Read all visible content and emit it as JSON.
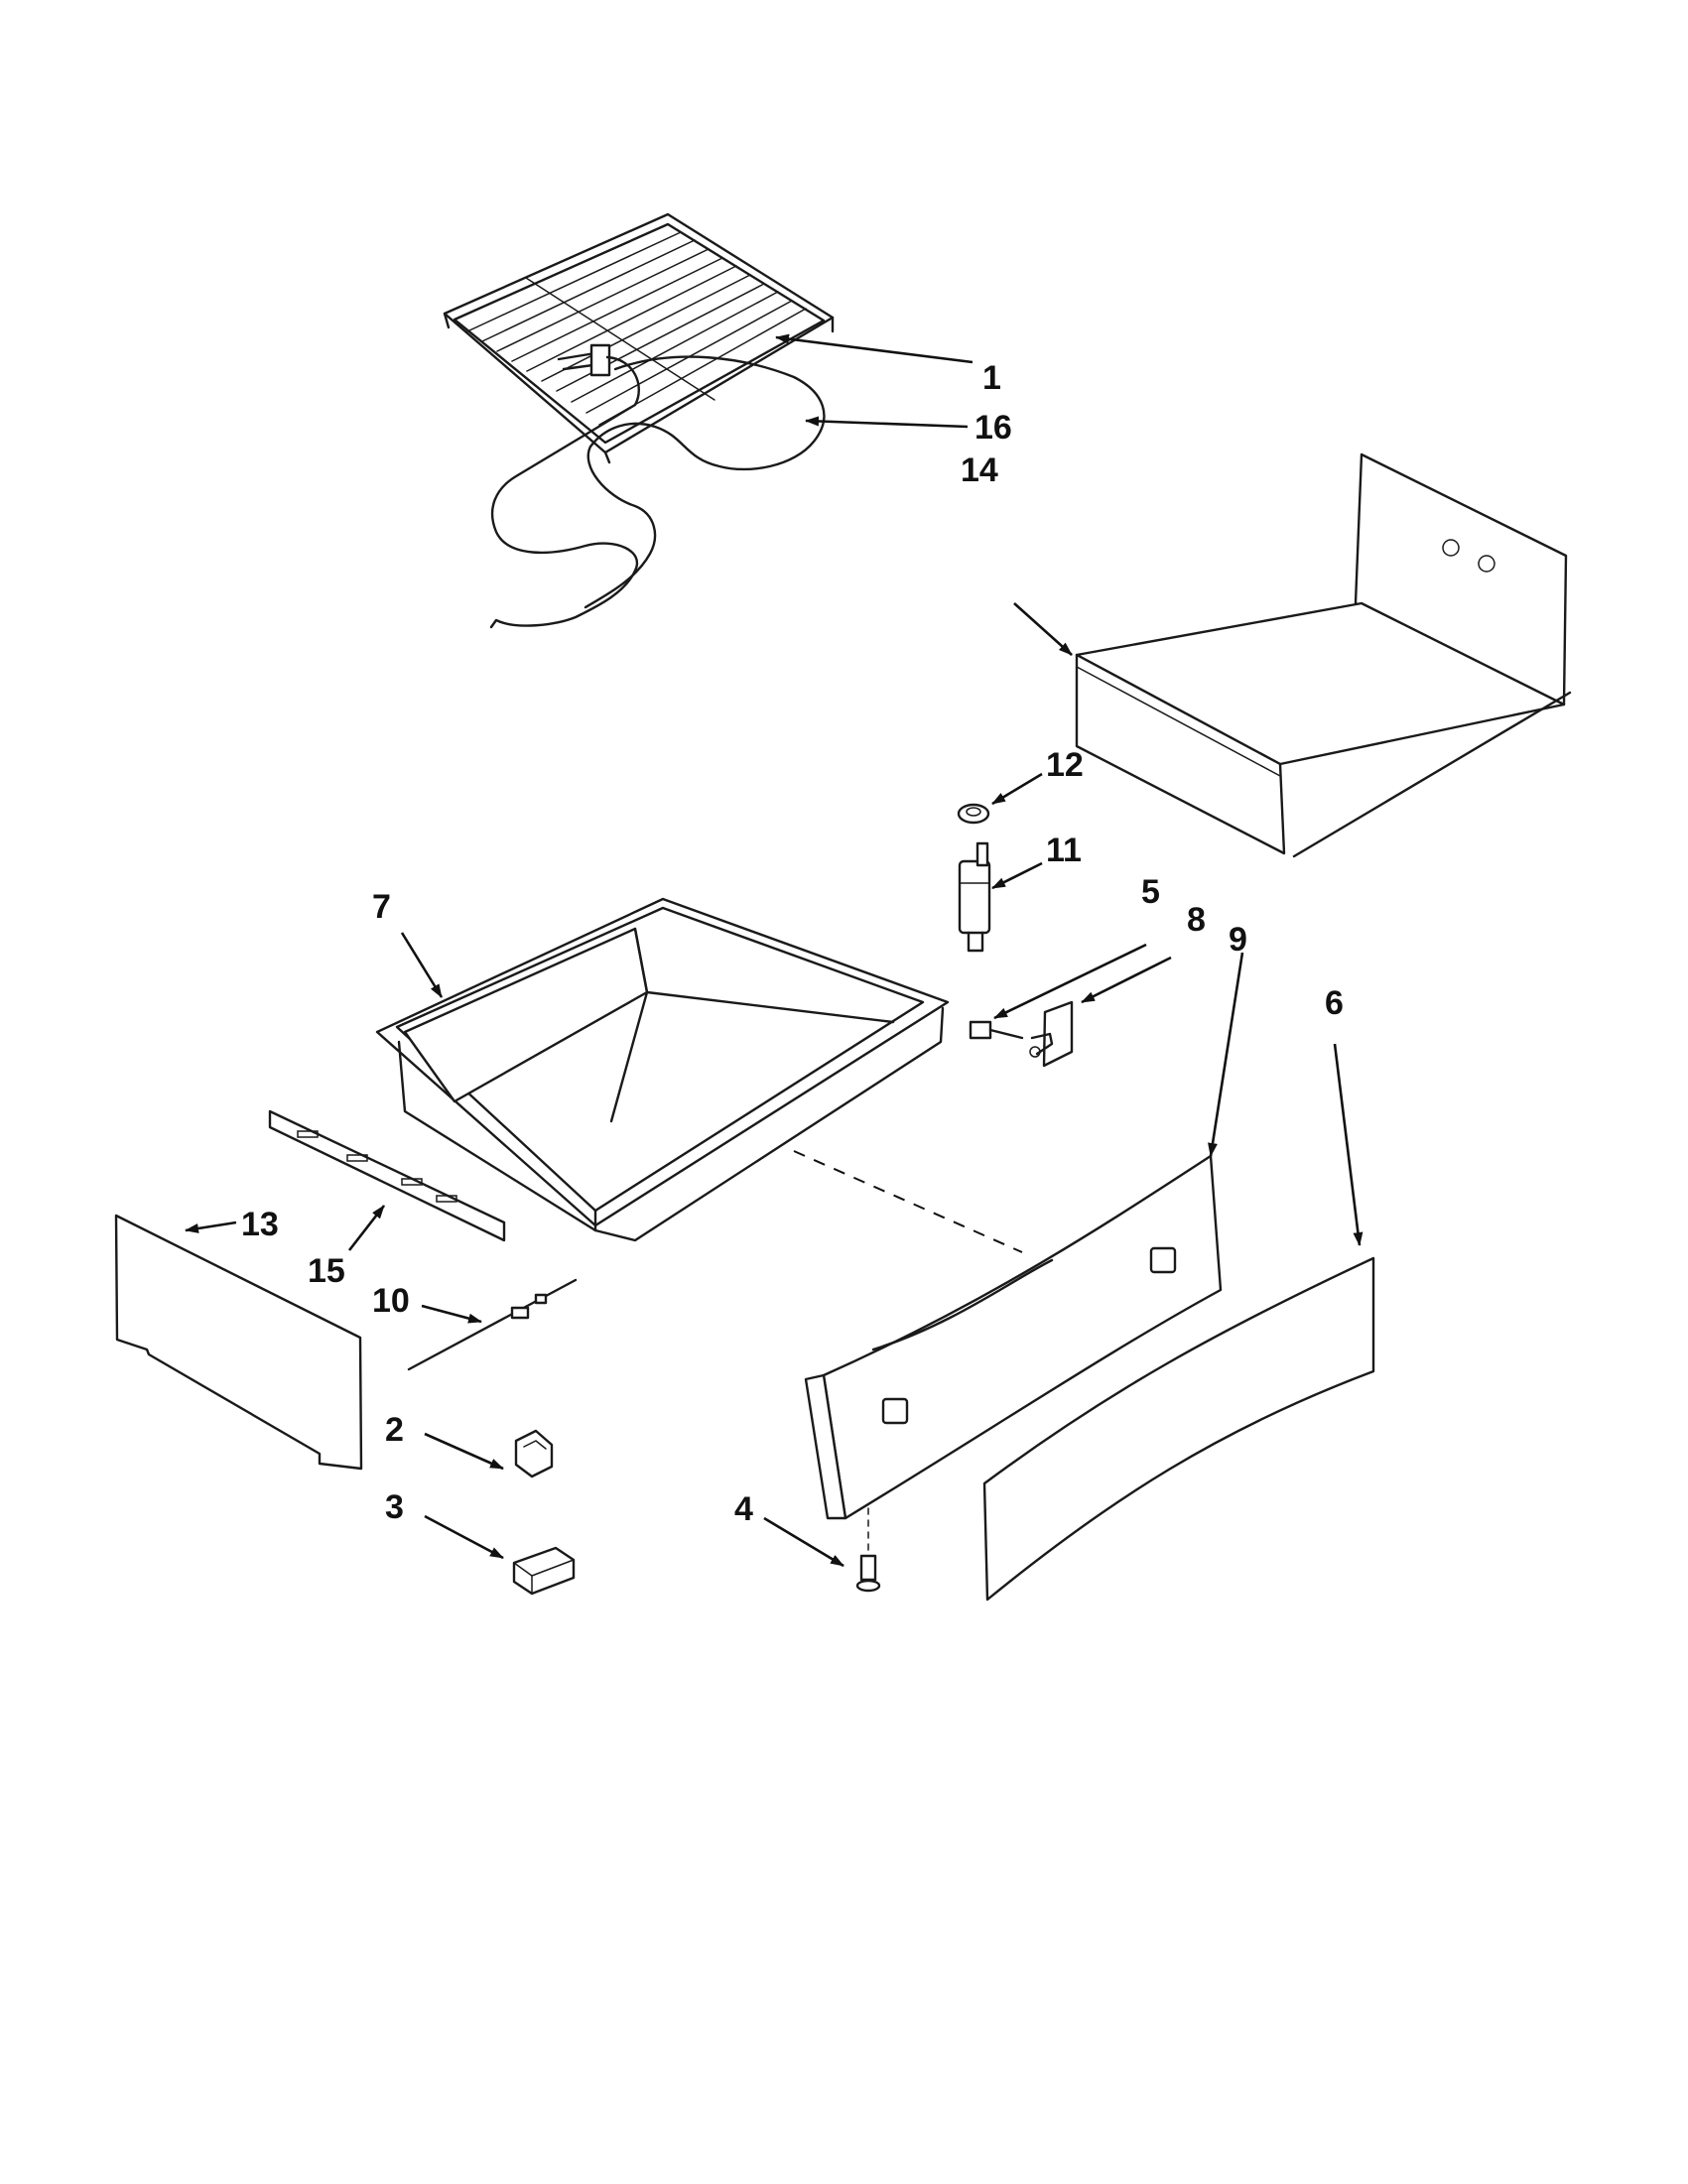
{
  "diagram": {
    "accent_color": "#111111",
    "callouts": [
      {
        "id": "1",
        "label": "1"
      },
      {
        "id": "16",
        "label": "16"
      },
      {
        "id": "14",
        "label": "14"
      },
      {
        "id": "12",
        "label": "12"
      },
      {
        "id": "11",
        "label": "11"
      },
      {
        "id": "7",
        "label": "7"
      },
      {
        "id": "5",
        "label": "5"
      },
      {
        "id": "8",
        "label": "8"
      },
      {
        "id": "9",
        "label": "9"
      },
      {
        "id": "6",
        "label": "6"
      },
      {
        "id": "13",
        "label": "13"
      },
      {
        "id": "15",
        "label": "15"
      },
      {
        "id": "10",
        "label": "10"
      },
      {
        "id": "2",
        "label": "2"
      },
      {
        "id": "3",
        "label": "3"
      },
      {
        "id": "4",
        "label": "4"
      }
    ]
  }
}
